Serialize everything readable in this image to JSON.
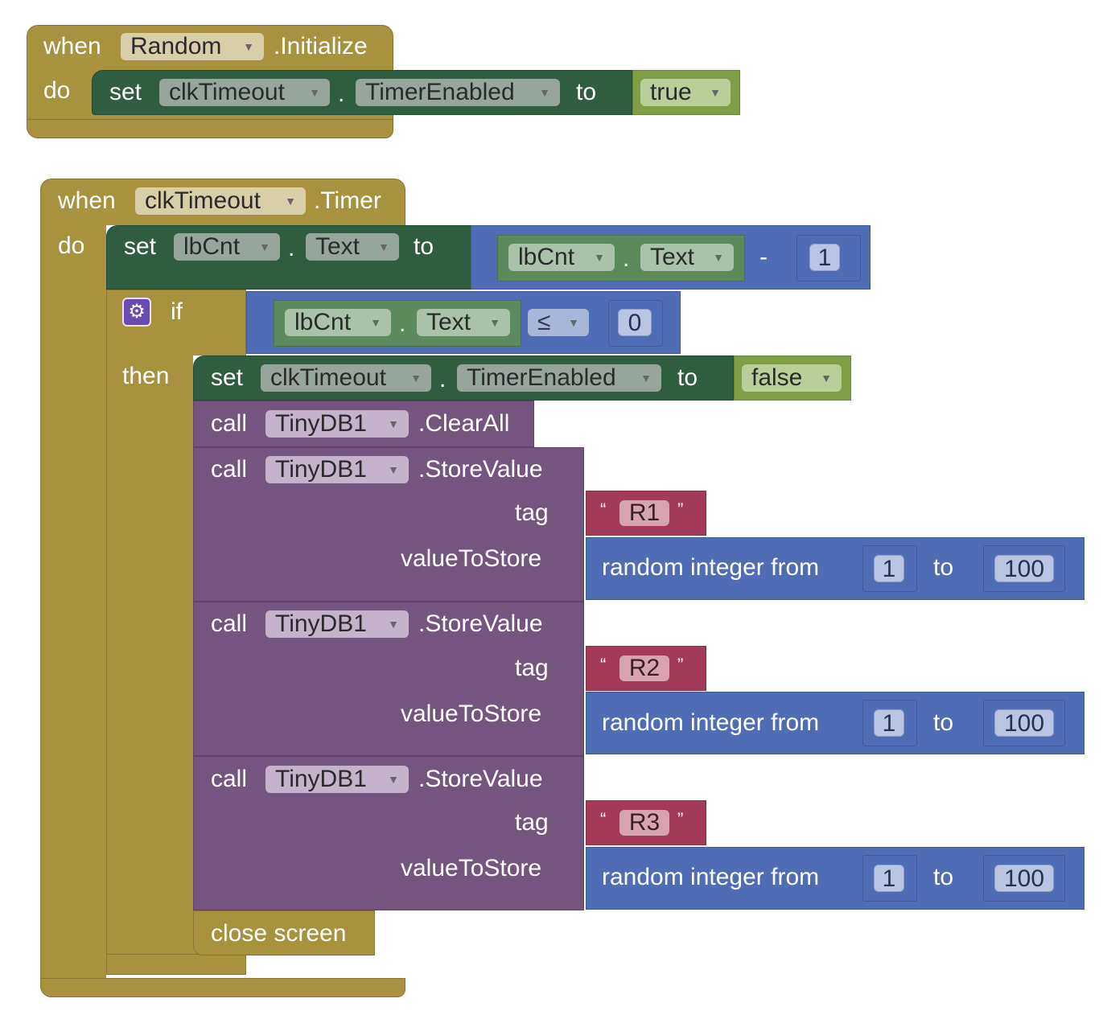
{
  "initialize_event": {
    "when_label": "when",
    "component": "Random",
    "event_name": ".Initialize",
    "do_label": "do",
    "statement": {
      "set_label": "set",
      "component": "clkTimeout",
      "dot": ".",
      "property": "TimerEnabled",
      "to_label": "to",
      "value": "true"
    }
  },
  "timer_event": {
    "when_label": "when",
    "component": "clkTimeout",
    "event_name": ".Timer",
    "do_label": "do",
    "set_counter": {
      "set_label": "set",
      "component": "lbCnt",
      "dot": ".",
      "property": "Text",
      "to_label": "to",
      "minus": {
        "getter_component": "lbCnt",
        "dot": ".",
        "getter_property": "Text",
        "operator": "-",
        "operand": "1"
      }
    },
    "if_block": {
      "if_label": "if",
      "then_label": "then",
      "condition": {
        "getter_component": "lbCnt",
        "dot": ".",
        "getter_property": "Text",
        "operator": "≤",
        "operand": "0"
      },
      "disable_timer": {
        "set_label": "set",
        "component": "clkTimeout",
        "dot": ".",
        "property": "TimerEnabled",
        "to_label": "to",
        "value": "false"
      },
      "clear_all": {
        "call_label": "call",
        "component": "TinyDB1",
        "method": ".ClearAll"
      },
      "store_calls": [
        {
          "call_label": "call",
          "component": "TinyDB1",
          "method": ".StoreValue",
          "tag_label": "tag",
          "open_quote": "“",
          "tag_value": "R1",
          "close_quote": "”",
          "value_label": "valueToStore",
          "random_label": "random integer from",
          "from": "1",
          "to_label": "to",
          "to": "100"
        },
        {
          "call_label": "call",
          "component": "TinyDB1",
          "method": ".StoreValue",
          "tag_label": "tag",
          "open_quote": "“",
          "tag_value": "R2",
          "close_quote": "”",
          "value_label": "valueToStore",
          "random_label": "random integer from",
          "from": "1",
          "to_label": "to",
          "to": "100"
        },
        {
          "call_label": "call",
          "component": "TinyDB1",
          "method": ".StoreValue",
          "tag_label": "tag",
          "open_quote": "“",
          "tag_value": "R3",
          "close_quote": "”",
          "value_label": "valueToStore",
          "random_label": "random integer from",
          "from": "1",
          "to_label": "to",
          "to": "100"
        }
      ],
      "close_screen": "close screen"
    }
  },
  "colors": {
    "event": "#a8913f",
    "setter": "#2f5d40",
    "logic": "#7f9e45",
    "math": "#4f6db5",
    "procedure_call": "#73557f",
    "text": "#a23a58"
  },
  "icons": {
    "mutator": "gear-icon",
    "dropdown": "chevron-down-icon"
  }
}
